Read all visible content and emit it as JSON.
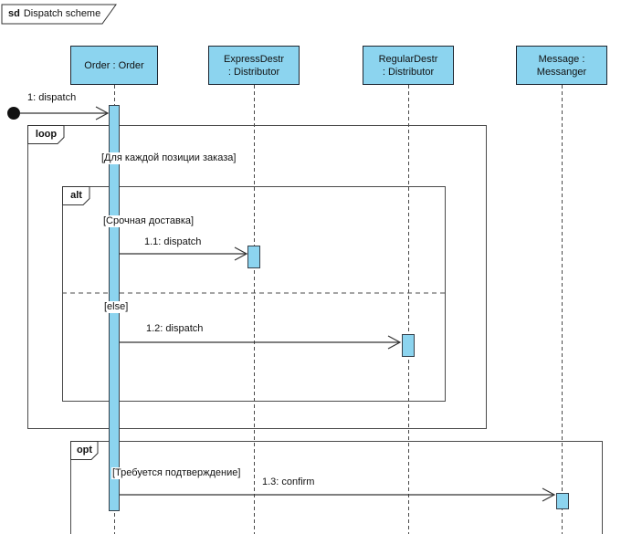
{
  "frame": {
    "keyword": "sd",
    "title": "Dispatch scheme"
  },
  "participants": [
    {
      "id": "order",
      "lines": [
        "Order : Order",
        ""
      ]
    },
    {
      "id": "express",
      "lines": [
        "ExpressDestr",
        ": Distributor"
      ]
    },
    {
      "id": "regular",
      "lines": [
        "RegularDestr",
        ": Distributor"
      ]
    },
    {
      "id": "message",
      "lines": [
        "Message :",
        "Messanger"
      ]
    }
  ],
  "fragments": {
    "loop": {
      "operator": "loop",
      "guard": "[Для каждой позиции заказа]"
    },
    "alt": {
      "operator": "alt",
      "guard_if": "[Срочная доставка]",
      "guard_else": "[else]"
    },
    "opt": {
      "operator": "opt",
      "guard": "[Требуется подтверждение]"
    }
  },
  "messages": {
    "m1": {
      "label": "1: dispatch"
    },
    "m11": {
      "label": "1.1: dispatch"
    },
    "m12": {
      "label": "1.2: dispatch"
    },
    "m13": {
      "label": "1.3: confirm"
    }
  },
  "colors": {
    "participant_fill": "#8CD4EF",
    "activation_fill": "#8CD4EF",
    "line": "#333333",
    "border": "#1c2530"
  }
}
